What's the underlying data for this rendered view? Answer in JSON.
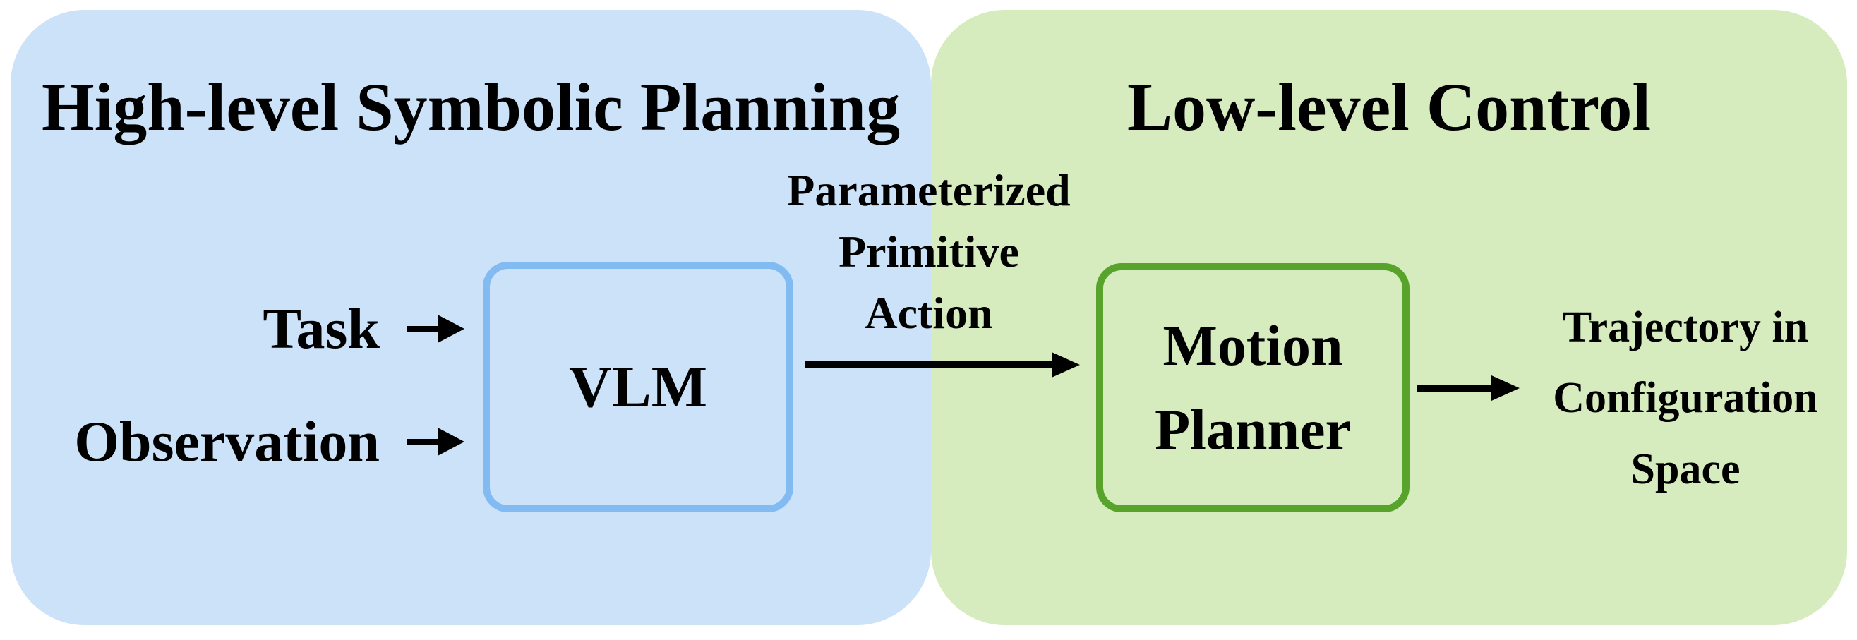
{
  "colors": {
    "background": "#ffffff",
    "high_level_panel_bg": "#cce2f9",
    "low_level_panel_bg": "#d6ecbf",
    "vlm_box_border": "#82baf2",
    "motion_box_border": "#58a32c",
    "text": "#000000",
    "arrow": "#000000"
  },
  "panels": {
    "high_level": {
      "title": "High-level Symbolic Planning"
    },
    "low_level": {
      "title": "Low-level Control"
    }
  },
  "inputs": [
    {
      "label": "Task"
    },
    {
      "label": "Observation"
    }
  ],
  "nodes": {
    "vlm": {
      "label": "VLM"
    },
    "motion_planner": {
      "line1": "Motion",
      "line2": "Planner"
    }
  },
  "edge_labels": {
    "vlm_to_motion": {
      "line1": "Parameterized",
      "line2": "Primitive",
      "line3": "Action"
    },
    "motion_output": {
      "line1": "Trajectory in",
      "line2": "Configuration",
      "line3": "Space"
    }
  }
}
